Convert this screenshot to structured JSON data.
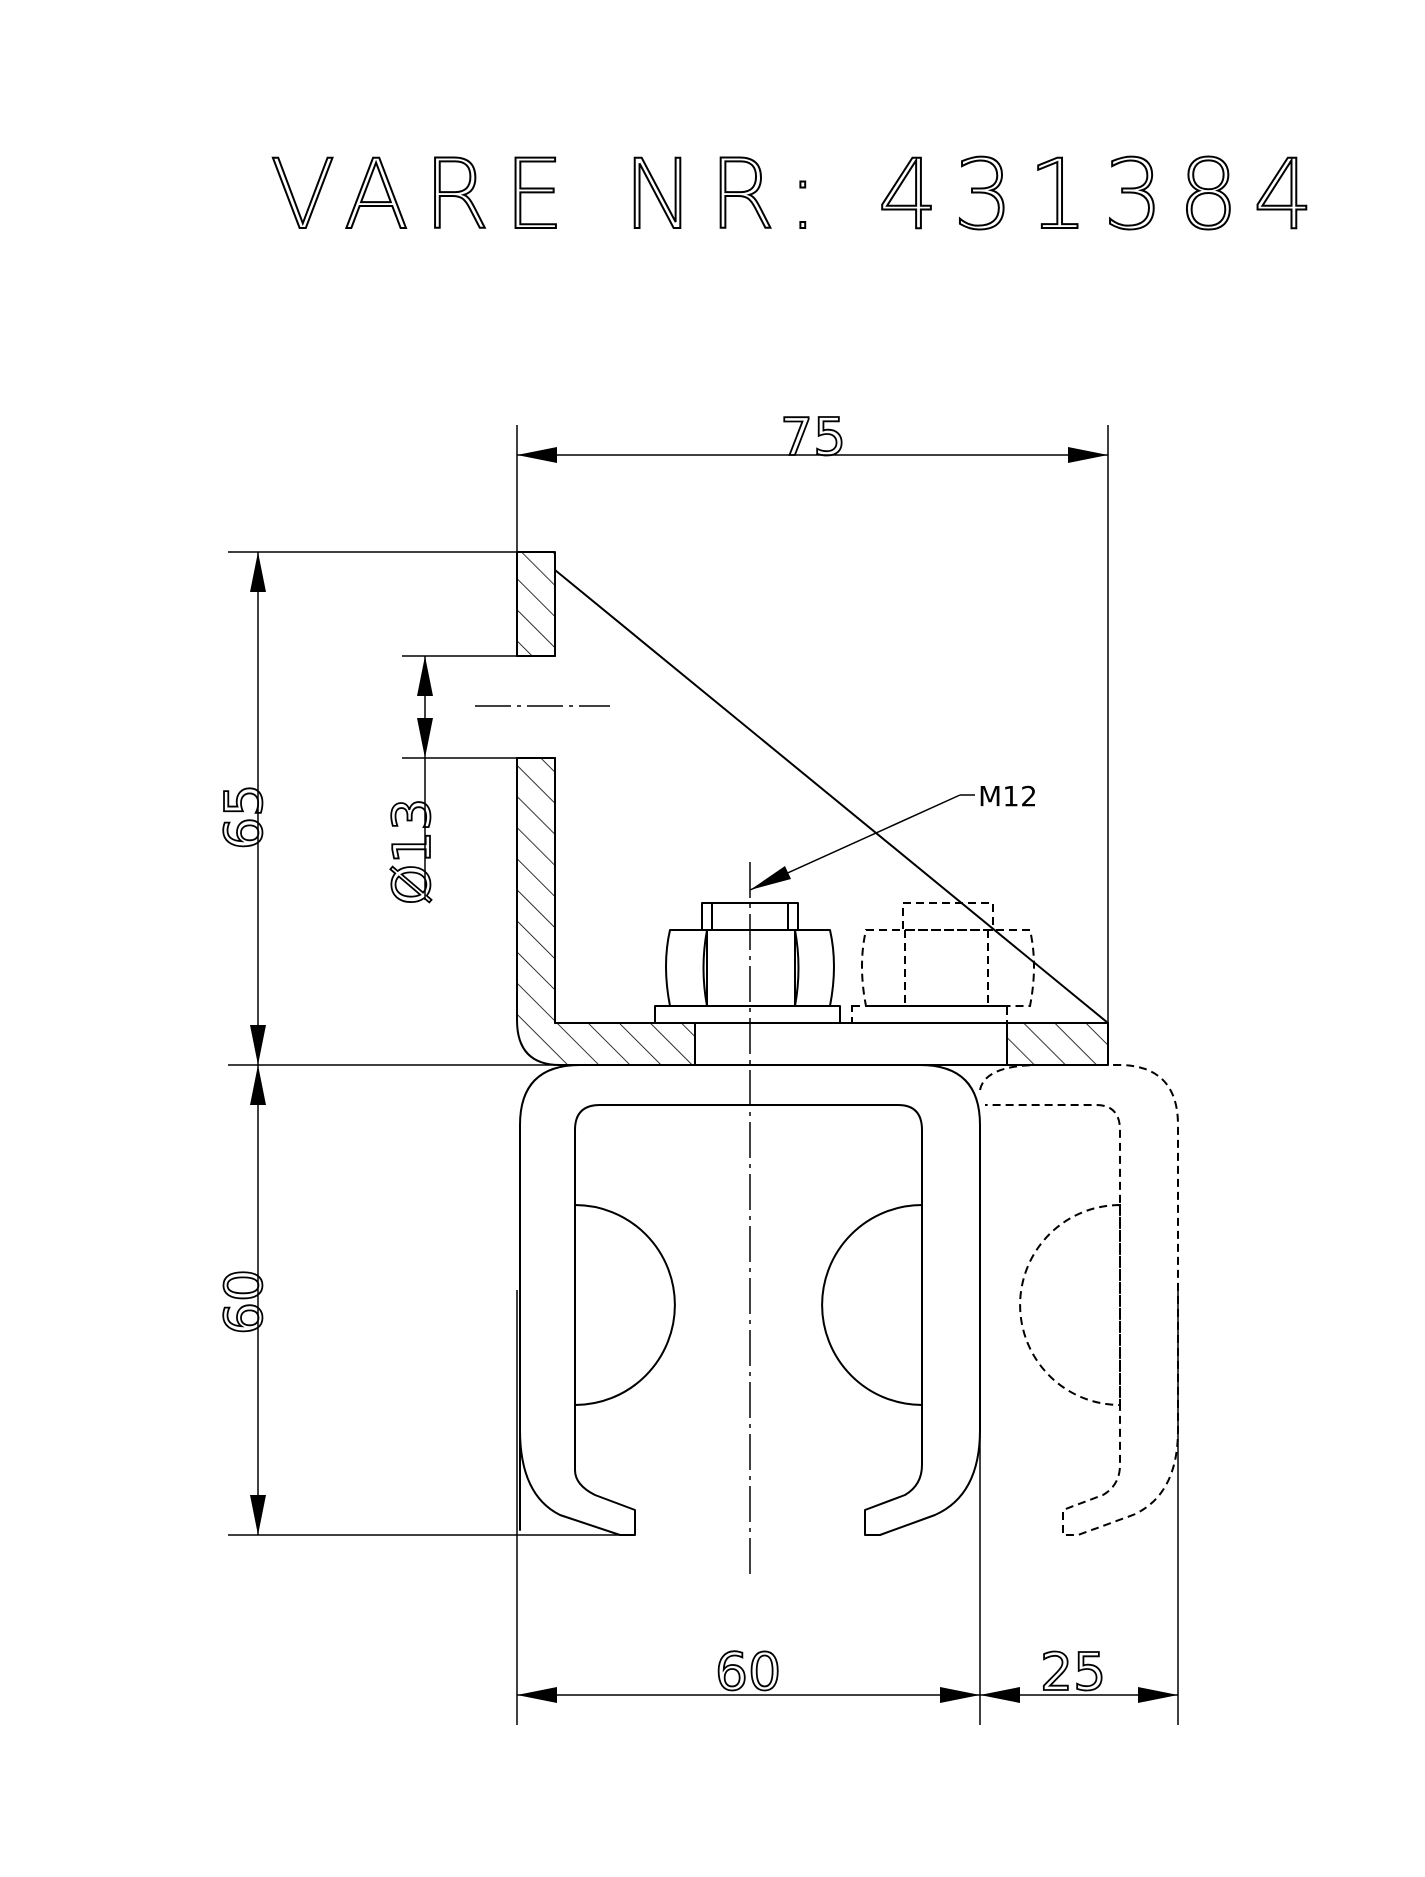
{
  "title": "VARE NR: 431384",
  "dimensions": {
    "top_width": "75",
    "bracket_height": "65",
    "hole_diameter": "Ø13",
    "trolley_height": "60",
    "trolley_width": "60",
    "offset_width": "25"
  },
  "labels": {
    "thread": "M12"
  }
}
